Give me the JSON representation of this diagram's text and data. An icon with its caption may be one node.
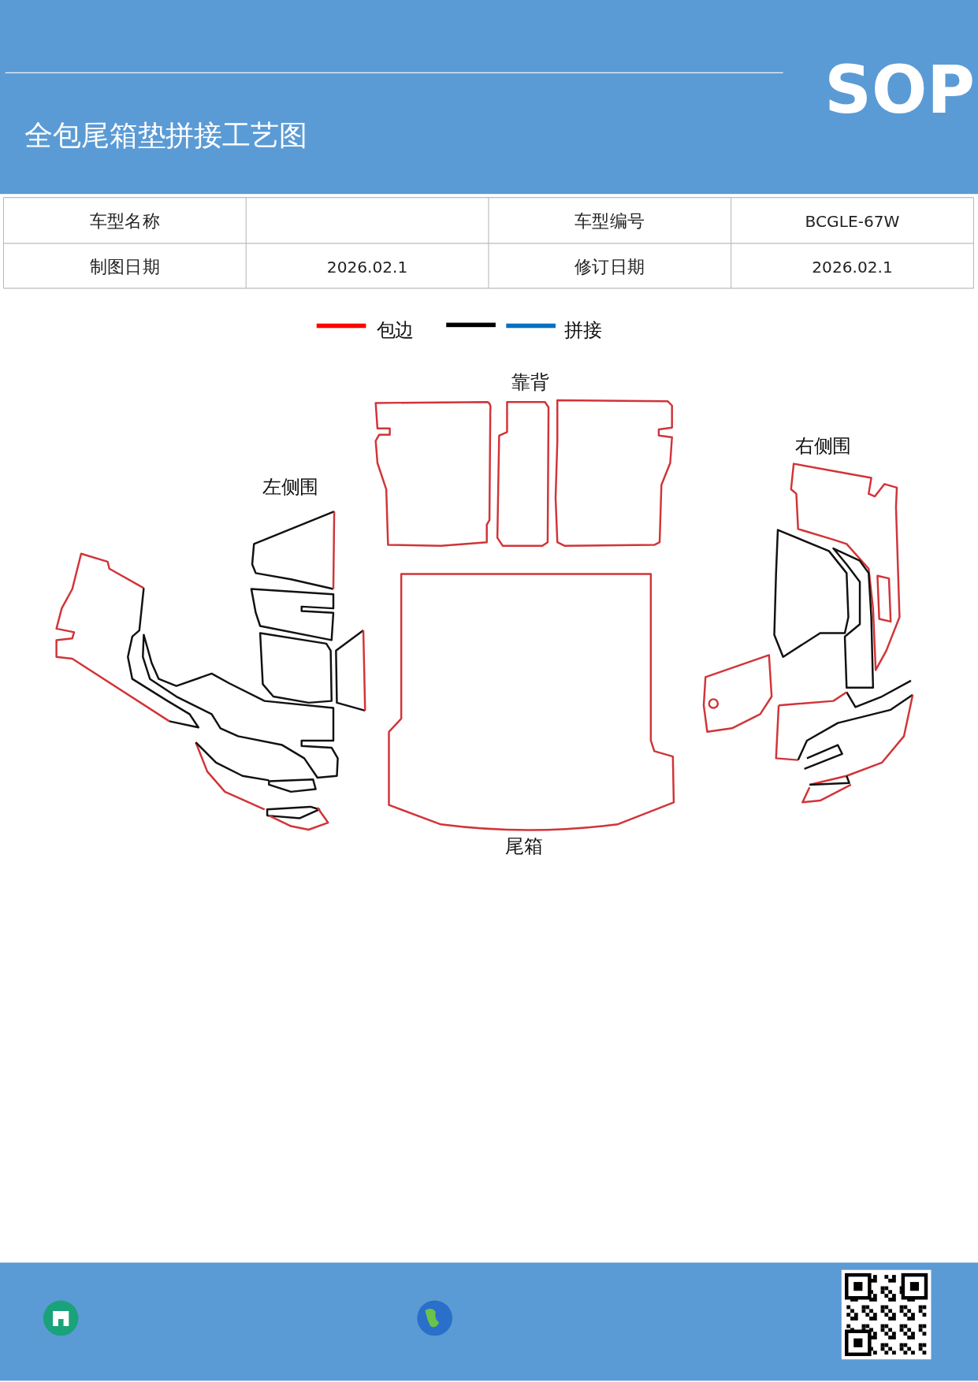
{
  "diagram": {
    "title": "全包尾箱垫拼接工艺图",
    "labels": [
      "SOP",
      "车型名称",
      "车型编号",
      "BCGLE-67W",
      "制图日期",
      "2026.02.1",
      "修订日期",
      "2026.02.1",
      "靠背",
      "左侧围",
      "右侧围",
      "尾箱"
    ],
    "legend": [
      {
        "text": "包边",
        "color": "#ff0000"
      },
      {
        "text": "拼接",
        "color": "#0070c0"
      }
    ]
  }
}
